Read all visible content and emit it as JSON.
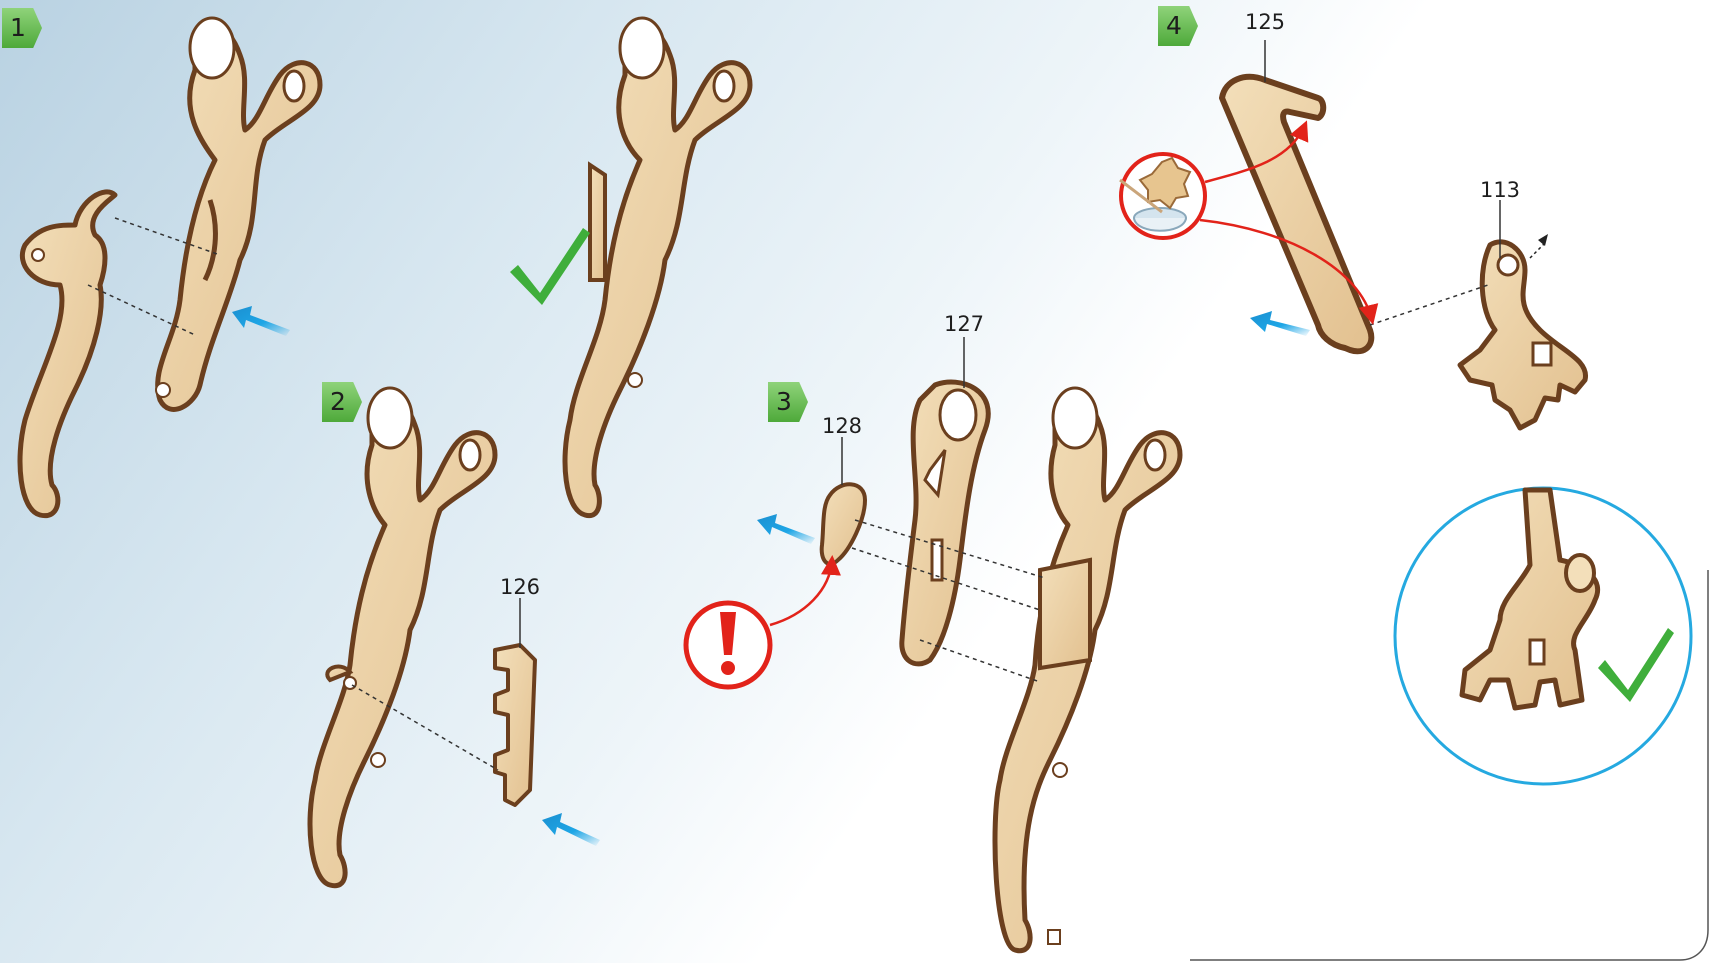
{
  "steps": [
    {
      "number": "1"
    },
    {
      "number": "2"
    },
    {
      "number": "3"
    },
    {
      "number": "4"
    }
  ],
  "part_labels": {
    "p126": "126",
    "p127": "127",
    "p128": "128",
    "p125": "125",
    "p113": "113"
  },
  "colors": {
    "wood_face": "#ecd3a8",
    "wood_edge": "#6b3f1e",
    "arrow_blue": "#1ea6e6",
    "check_green": "#3fae3b",
    "warning_red": "#e2231a",
    "circle_blue": "#25a9e0"
  },
  "icons": [
    "blue-arrow-icon",
    "green-check-icon",
    "warning-exclamation-icon",
    "glue-icon"
  ]
}
